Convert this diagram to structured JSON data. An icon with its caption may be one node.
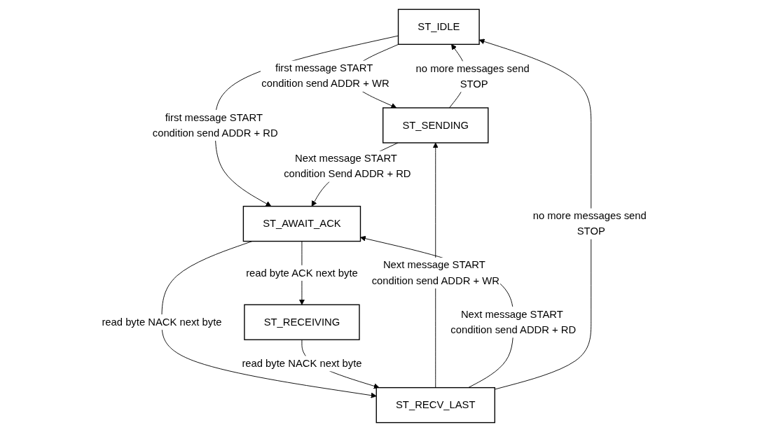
{
  "diagram": {
    "nodes": [
      {
        "text": [
          "ST_IDLE"
        ]
      },
      {
        "text": [
          "ST_SENDING"
        ]
      },
      {
        "text": [
          "ST_AWAIT_ACK"
        ]
      },
      {
        "text": [
          "ST_RECEIVING"
        ]
      },
      {
        "text": [
          "ST_RECV_LAST"
        ]
      }
    ],
    "edges": [
      {
        "from": 1,
        "to": 0,
        "arrow": "to",
        "label": "no more messages send STOP"
      },
      {
        "from": 0,
        "to": 1,
        "arrow": "to",
        "label": "first message START condition send ADDR + WR"
      },
      {
        "from": 0,
        "to": 2,
        "arrow": "to",
        "label": "first message START condition send ADDR + RD"
      },
      {
        "from": 1,
        "to": 2,
        "arrow": "to",
        "label": "Next message START condition Send ADDR + RD"
      },
      {
        "from": 2,
        "to": 3,
        "arrow": "to",
        "label": "read byte ACK next byte"
      },
      {
        "from": 2,
        "to": 4,
        "arrow": "to",
        "label": "read byte NACK next byte"
      },
      {
        "from": 3,
        "to": 4,
        "arrow": "to",
        "label": "read byte NACK next byte"
      },
      {
        "from": 4,
        "to": 1,
        "arrow": "to",
        "label": "Next message START condition send ADDR + WR"
      },
      {
        "from": 4,
        "to": 2,
        "arrow": "to",
        "label": "Next message START condition send ADDR + RD"
      },
      {
        "from": 4,
        "to": 0,
        "arrow": "to",
        "label": "no more messages send STOP"
      }
    ]
  }
}
